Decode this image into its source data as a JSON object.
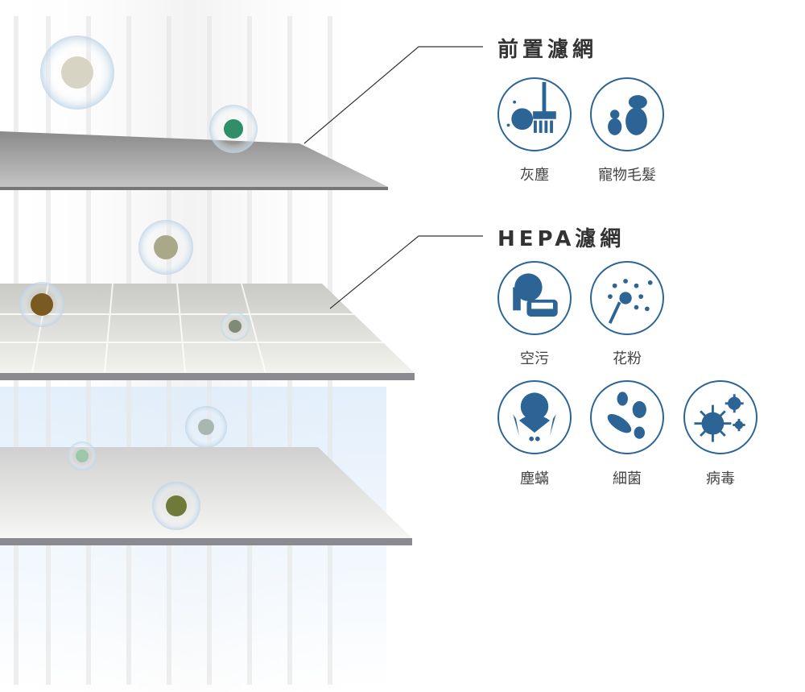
{
  "colors": {
    "icon": "#2c6496",
    "text": "#333333"
  },
  "pre_filter": {
    "title": "前置濾網",
    "items": [
      {
        "label": "灰塵",
        "icon": "broom-dust-icon"
      },
      {
        "label": "寵物毛髮",
        "icon": "pet-icon"
      }
    ]
  },
  "hepa_filter": {
    "title": "HEPA濾網",
    "items": [
      {
        "label": "空污",
        "icon": "car-pollution-icon"
      },
      {
        "label": "花粉",
        "icon": "pollen-icon"
      },
      {
        "label": "塵蟎",
        "icon": "dust-mite-icon"
      },
      {
        "label": "細菌",
        "icon": "bacteria-icon"
      },
      {
        "label": "病毒",
        "icon": "virus-icon"
      }
    ]
  }
}
